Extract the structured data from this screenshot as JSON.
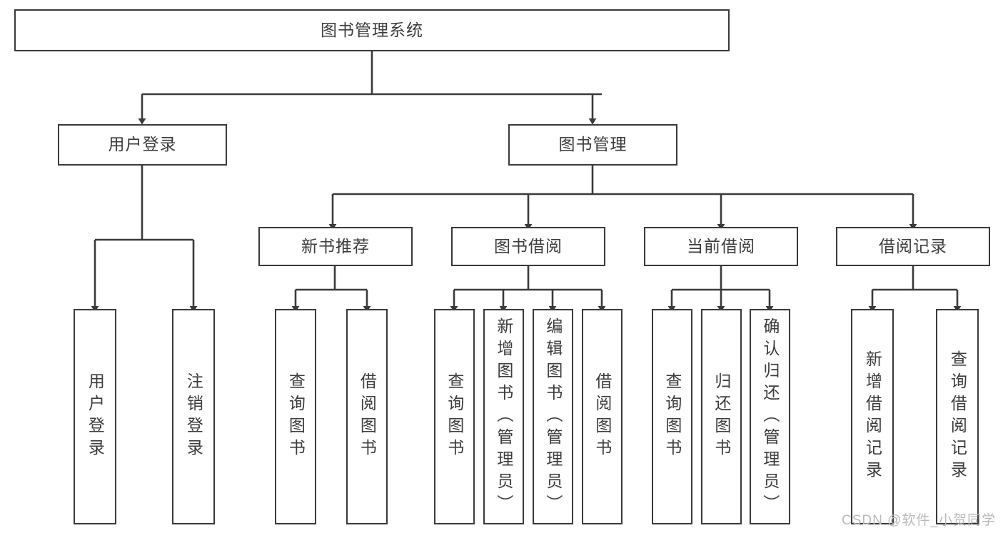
{
  "diagram": {
    "title": "图书管理系统",
    "type": "tree-hierarchy-chart",
    "stroke_color": "#3a3a3a",
    "text_color": "#3c3c3c",
    "background_color": "#ffffff",
    "nodes": {
      "root": {
        "label": "图书管理系统",
        "level": 0,
        "orientation": "horizontal"
      },
      "user_login": {
        "label": "用户登录",
        "level": 1,
        "orientation": "horizontal"
      },
      "book_manage": {
        "label": "图书管理",
        "level": 1,
        "orientation": "horizontal"
      },
      "new_book_rec": {
        "label": "新书推荐",
        "level": 2,
        "orientation": "horizontal"
      },
      "book_borrow": {
        "label": "图书借阅",
        "level": 2,
        "orientation": "horizontal"
      },
      "current_borrow": {
        "label": "当前借阅",
        "level": 2,
        "orientation": "horizontal"
      },
      "borrow_record": {
        "label": "借阅记录",
        "level": 2,
        "orientation": "horizontal"
      },
      "leaf_user_login": {
        "label": "用户登录",
        "level": 2,
        "orientation": "vertical"
      },
      "leaf_logout": {
        "label": "注销登录",
        "level": 2,
        "orientation": "vertical"
      },
      "leaf_query_book_1": {
        "label": "查询图书",
        "level": 3,
        "orientation": "vertical"
      },
      "leaf_borrow_book_1": {
        "label": "借阅图书",
        "level": 3,
        "orientation": "vertical"
      },
      "leaf_query_book_2": {
        "label": "查询图书",
        "level": 3,
        "orientation": "vertical"
      },
      "leaf_add_book": {
        "label": "新增图书（管理员）",
        "level": 3,
        "orientation": "vertical"
      },
      "leaf_edit_book": {
        "label": "编辑图书（管理员）",
        "level": 3,
        "orientation": "vertical"
      },
      "leaf_borrow_book_2": {
        "label": "借阅图书",
        "level": 3,
        "orientation": "vertical"
      },
      "leaf_query_book_3": {
        "label": "查询图书",
        "level": 3,
        "orientation": "vertical"
      },
      "leaf_return_book": {
        "label": "归还图书",
        "level": 3,
        "orientation": "vertical"
      },
      "leaf_confirm_return": {
        "label": "确认归还（管理员）",
        "level": 3,
        "orientation": "vertical"
      },
      "leaf_add_record": {
        "label": "新增借阅记录",
        "level": 3,
        "orientation": "vertical"
      },
      "leaf_query_record": {
        "label": "查询借阅记录",
        "level": 3,
        "orientation": "vertical"
      }
    },
    "edges": [
      {
        "from": "root",
        "to": "user_login"
      },
      {
        "from": "root",
        "to": "book_manage"
      },
      {
        "from": "user_login",
        "to": "leaf_user_login"
      },
      {
        "from": "user_login",
        "to": "leaf_logout"
      },
      {
        "from": "book_manage",
        "to": "new_book_rec"
      },
      {
        "from": "book_manage",
        "to": "book_borrow"
      },
      {
        "from": "book_manage",
        "to": "current_borrow"
      },
      {
        "from": "book_manage",
        "to": "borrow_record"
      },
      {
        "from": "new_book_rec",
        "to": "leaf_query_book_1"
      },
      {
        "from": "new_book_rec",
        "to": "leaf_borrow_book_1"
      },
      {
        "from": "book_borrow",
        "to": "leaf_query_book_2"
      },
      {
        "from": "book_borrow",
        "to": "leaf_add_book"
      },
      {
        "from": "book_borrow",
        "to": "leaf_edit_book"
      },
      {
        "from": "book_borrow",
        "to": "leaf_borrow_book_2"
      },
      {
        "from": "current_borrow",
        "to": "leaf_query_book_3"
      },
      {
        "from": "current_borrow",
        "to": "leaf_return_book"
      },
      {
        "from": "current_borrow",
        "to": "leaf_confirm_return"
      },
      {
        "from": "borrow_record",
        "to": "leaf_add_record"
      },
      {
        "from": "borrow_record",
        "to": "leaf_query_record"
      }
    ]
  },
  "watermark": {
    "text": "CSDN @软件_小贺同学"
  }
}
